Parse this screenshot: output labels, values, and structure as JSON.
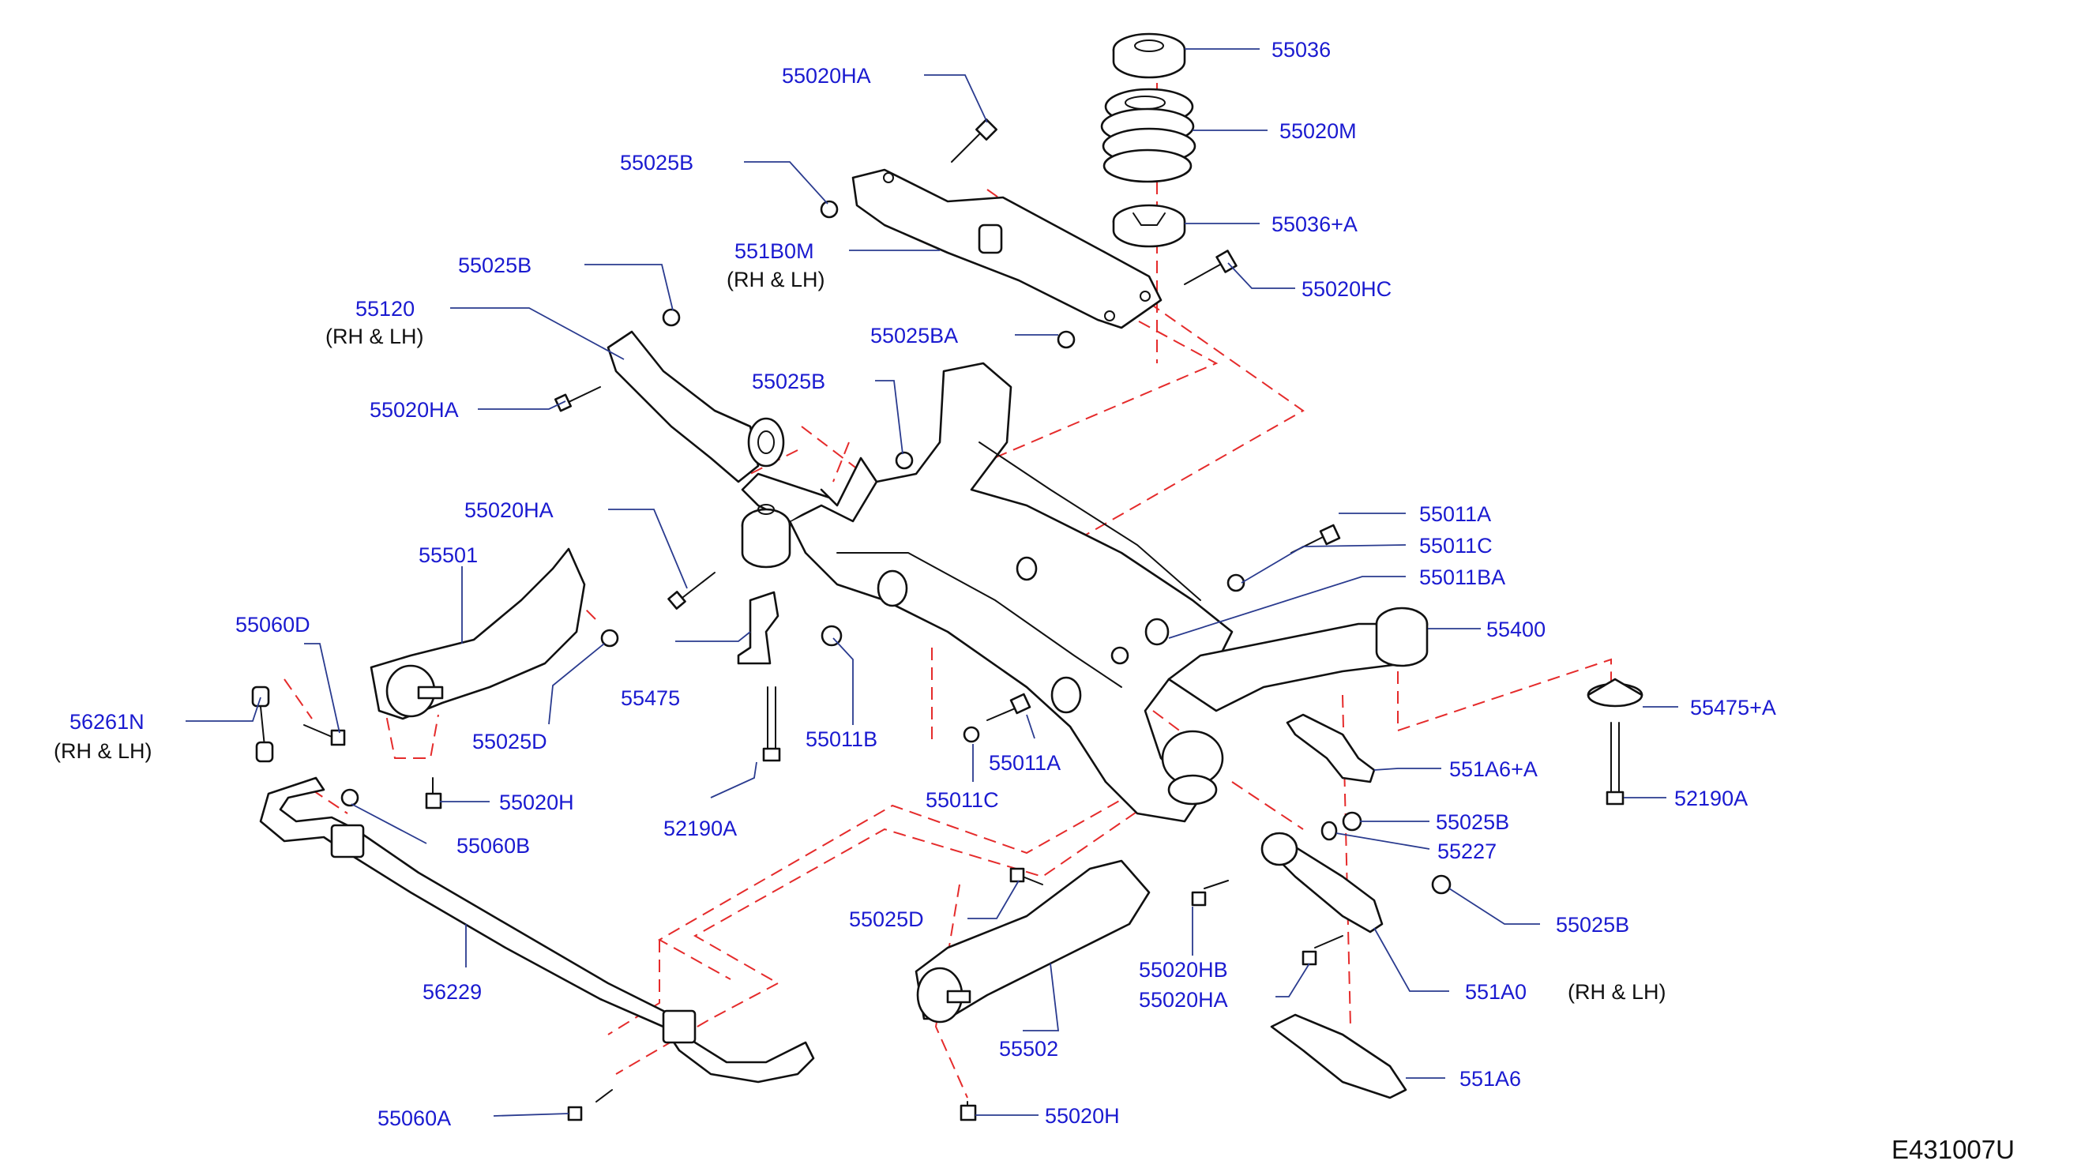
{
  "diagram": {
    "figure_code": "E431007U",
    "callouts": [
      {
        "id": "c55036",
        "part": "55036"
      },
      {
        "id": "c55020M",
        "part": "55020M"
      },
      {
        "id": "c55036A",
        "part": "55036+A"
      },
      {
        "id": "c55020HC",
        "part": "55020HC"
      },
      {
        "id": "c55020HA_top",
        "part": "55020HA"
      },
      {
        "id": "c55025B_top",
        "part": "55025B"
      },
      {
        "id": "c551B0M",
        "part": "551B0M",
        "note": "(RH   &   LH)"
      },
      {
        "id": "c55025BA",
        "part": "55025BA"
      },
      {
        "id": "c55025B_arm",
        "part": "55025B"
      },
      {
        "id": "c55120",
        "part": "55120",
        "note": "(RH   &   LH)"
      },
      {
        "id": "c55020HA_arm",
        "part": "55020HA"
      },
      {
        "id": "c55025B_mid",
        "part": "55025B"
      },
      {
        "id": "c55020HA_mid",
        "part": "55020HA"
      },
      {
        "id": "c55501",
        "part": "55501"
      },
      {
        "id": "c55060D",
        "part": "55060D"
      },
      {
        "id": "c56261N",
        "part": "56261N",
        "note": "(RH   &   LH)"
      },
      {
        "id": "c55025D_left",
        "part": "55025D"
      },
      {
        "id": "c55475",
        "part": "55475"
      },
      {
        "id": "c55011B",
        "part": "55011B"
      },
      {
        "id": "c55020H_left",
        "part": "55020H"
      },
      {
        "id": "c55060B",
        "part": "55060B"
      },
      {
        "id": "c52190A_left",
        "part": "52190A"
      },
      {
        "id": "c55011A_mid",
        "part": "55011A"
      },
      {
        "id": "c55011C_mid",
        "part": "55011C"
      },
      {
        "id": "c55011A_right",
        "part": "55011A"
      },
      {
        "id": "c55011C_right",
        "part": "55011C"
      },
      {
        "id": "c55011BA",
        "part": "55011BA"
      },
      {
        "id": "c55400",
        "part": "55400"
      },
      {
        "id": "c55475A",
        "part": "55475+A"
      },
      {
        "id": "c551A6A",
        "part": "551A6+A"
      },
      {
        "id": "c52190A_right",
        "part": "52190A"
      },
      {
        "id": "c55025B_low",
        "part": "55025B"
      },
      {
        "id": "c55227",
        "part": "55227"
      },
      {
        "id": "c55025B_lowright",
        "part": "55025B"
      },
      {
        "id": "c55025D_low",
        "part": "55025D"
      },
      {
        "id": "c55020HB",
        "part": "55020HB"
      },
      {
        "id": "c55020HA_low",
        "part": "55020HA"
      },
      {
        "id": "c551A0",
        "part": "551A0",
        "note": "(RH   &   LH)"
      },
      {
        "id": "c56229",
        "part": "56229"
      },
      {
        "id": "c55502",
        "part": "55502"
      },
      {
        "id": "c551A6",
        "part": "551A6"
      },
      {
        "id": "c55060A",
        "part": "55060A"
      },
      {
        "id": "c55020H_bottom",
        "part": "55020H"
      }
    ]
  }
}
